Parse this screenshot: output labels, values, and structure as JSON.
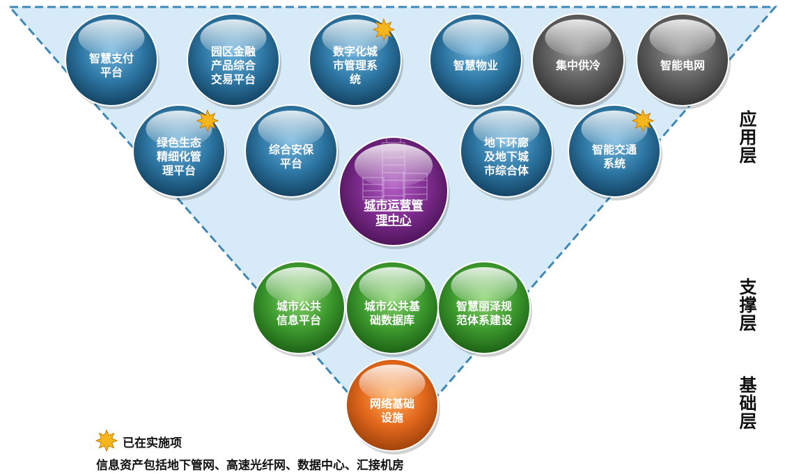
{
  "layers": {
    "application": "应用层",
    "support": "支撑层",
    "base": "基础层"
  },
  "nodes": {
    "smart_payment": {
      "lines": [
        "智慧支付",
        "平台"
      ],
      "status": "planned",
      "starred": false
    },
    "park_finance": {
      "lines": [
        "园区金融",
        "产品综合",
        "交易平台"
      ],
      "status": "planned",
      "starred": false
    },
    "digital_city": {
      "lines": [
        "数字化城",
        "市管理系",
        "统"
      ],
      "status": "planned",
      "starred": true
    },
    "smart_property": {
      "lines": [
        "智慧物业"
      ],
      "status": "planned",
      "starred": false
    },
    "central_cooling": {
      "lines": [
        "集中供冷"
      ],
      "status": "inactive",
      "starred": false
    },
    "smart_grid": {
      "lines": [
        "智能电网"
      ],
      "status": "inactive",
      "starred": false
    },
    "green_ecology": {
      "lines": [
        "绿色生态",
        "精细化管",
        "理平台"
      ],
      "status": "planned",
      "starred": true
    },
    "security": {
      "lines": [
        "综合安保",
        "平台"
      ],
      "status": "planned",
      "starred": false
    },
    "city_ops_center": {
      "lines": [
        "城市运营管",
        "理中心"
      ],
      "status": "core",
      "starred": false
    },
    "underground_corridor": {
      "lines": [
        "地下环廊",
        "及地下城",
        "市综合体"
      ],
      "status": "planned",
      "starred": false
    },
    "smart_traffic": {
      "lines": [
        "智能交通",
        "系统"
      ],
      "status": "planned",
      "starred": true
    },
    "public_info_platform": {
      "lines": [
        "城市公共",
        "信息平台"
      ],
      "status": "support",
      "starred": false
    },
    "public_database": {
      "lines": [
        "城市公共基",
        "础数据库"
      ],
      "status": "support",
      "starred": false
    },
    "standards": {
      "lines": [
        "智慧丽泽规",
        "范体系建设"
      ],
      "status": "support",
      "starred": false
    },
    "network_infra": {
      "lines": [
        "网络基础",
        "设施"
      ],
      "status": "base",
      "starred": false
    }
  },
  "legend": {
    "star_label": "已在实施项",
    "note": "信息资产包括地下管网、高速光纤网、数据中心、汇接机房"
  },
  "colors": {
    "triangle_fill": "#d6ebf7",
    "triangle_border": "#3e87b4",
    "planned": "#2a6f9a",
    "inactive": "#5f5f5f",
    "core": "#7a2a8a",
    "support": "#3b9a2e",
    "base": "#e06a1f",
    "star": "#f5b51c"
  }
}
